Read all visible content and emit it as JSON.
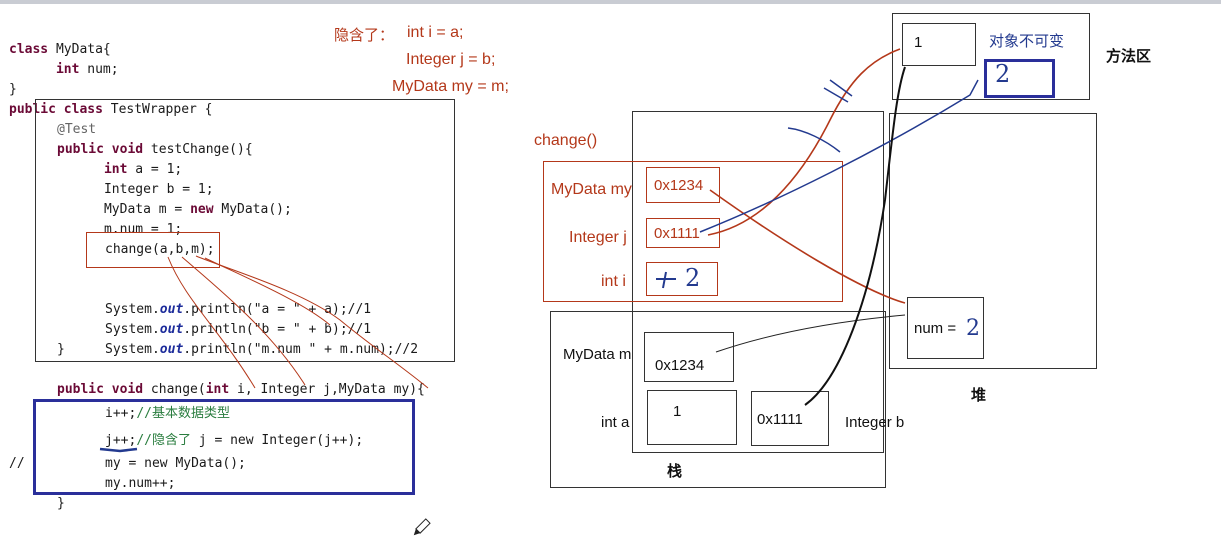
{
  "code": {
    "class_mydata": "class MyData{",
    "field": "int num;",
    "close1": "}",
    "class_test": "public class TestWrapper {",
    "annotation": "@Test",
    "method_test": "public void testChange(){",
    "l_int_a": "int a = 1;",
    "l_integer_b": "Integer b = 1;",
    "l_mydata_m": "MyData m = new MyData();",
    "l_m_num": "m.num = 1;",
    "l_change_call": "change(a,b,m);",
    "l_print1_pre": "System.",
    "l_print1_out": "out",
    "l_print1_post": ".println(\"a = \" + a);//1",
    "l_print2_post": ".println(\"b = \" + b);//1",
    "l_print3_post": ".println(\"m.num \" + m.num);//2",
    "close_method": "}",
    "method_change": "public void change(int i, Integer j,MyData my){",
    "l_i_inc": "i++;",
    "l_i_cmt": "//基本数据类型",
    "l_j_inc": "j++;",
    "l_j_cmt": "//隐含了",
    "l_j_rest": " j = new Integer(j++);",
    "l_slashes": "//",
    "l_my_new": "my = new MyData();",
    "l_my_num": "my.num++;",
    "close_change": "}"
  },
  "implied": {
    "label": "隐含了：",
    "line1": "int i = a;",
    "line2": "Integer j = b;",
    "line3": "MyData my = m;"
  },
  "stack_change": {
    "title": "change()",
    "my_label": "MyData my",
    "my_value": "0x1234",
    "j_label": "Integer j",
    "j_value": "0x1111",
    "i_label": "int i",
    "i_value": "2"
  },
  "stack_main": {
    "m_label": "MyData m",
    "m_value": "0x1234",
    "a_label": "int a",
    "a_value": "1",
    "b_value": "0x1111",
    "b_label": "Integer b",
    "caption": "栈"
  },
  "heap": {
    "num_label": "num = ",
    "num_value": "2",
    "caption": "堆"
  },
  "method_area": {
    "value_old": "1",
    "value_new": "2",
    "note": "对象不可变",
    "caption": "方法区"
  },
  "colors": {
    "ink_red": "#b4381a",
    "ink_blue": "#233a8f",
    "box_blue": "#2a2f9a"
  }
}
